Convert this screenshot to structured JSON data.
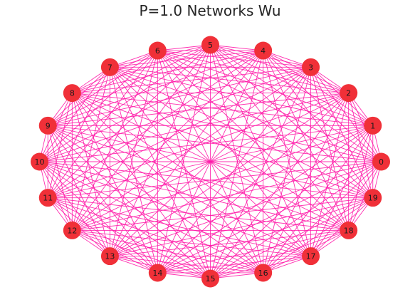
{
  "title": "P=1.0 Networks Wu",
  "graph": {
    "type": "complete",
    "layout": "circular",
    "node_count": 20,
    "node_labels": [
      "0",
      "1",
      "2",
      "3",
      "4",
      "5",
      "6",
      "7",
      "8",
      "9",
      "10",
      "11",
      "12",
      "13",
      "14",
      "15",
      "16",
      "17",
      "18",
      "19"
    ],
    "node_color": "#f03038",
    "edge_color": "#ff1aa8",
    "label_color": "#1a1a1a"
  }
}
